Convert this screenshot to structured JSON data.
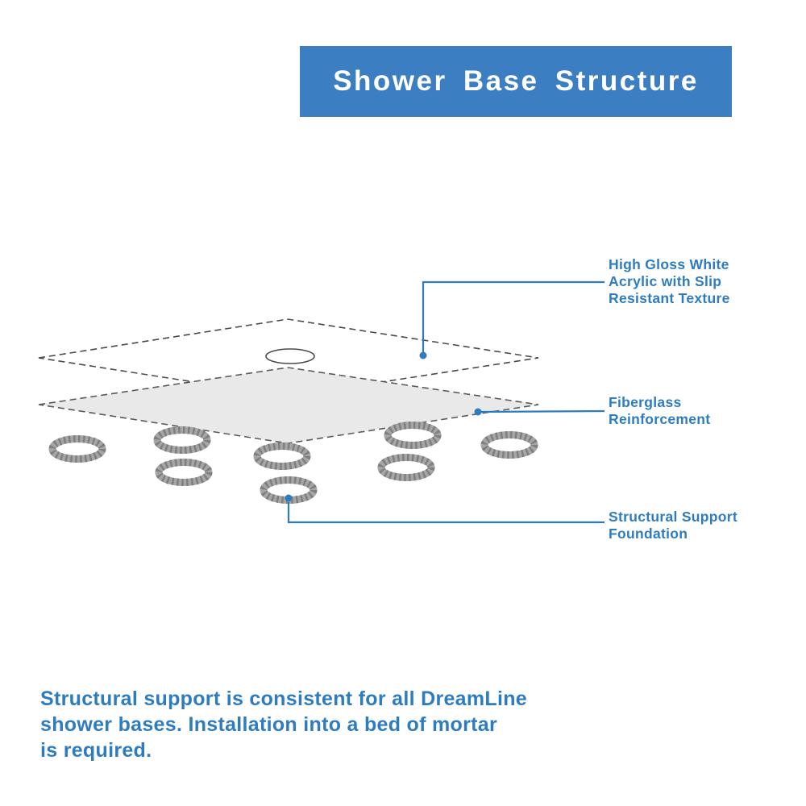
{
  "header": {
    "title": "Shower Base Structure"
  },
  "callouts": {
    "acrylic": "High Gloss White\nAcrylic with Slip\nResistant Texture",
    "fiberglass": "Fiberglass\nReinforcement",
    "foundation": "Structural Support\nFoundation"
  },
  "footer": {
    "text": "Structural support is consistent for all DreamLine\nshower bases. Installation into a bed of mortar\nis required."
  },
  "colors": {
    "banner_blue": "#3c7ec2",
    "text_blue": "#2e7cc0",
    "layer_gray": "#e9e9e9",
    "ring_gray": "#a6a6a6",
    "outline_gray": "#4a4a4a"
  }
}
